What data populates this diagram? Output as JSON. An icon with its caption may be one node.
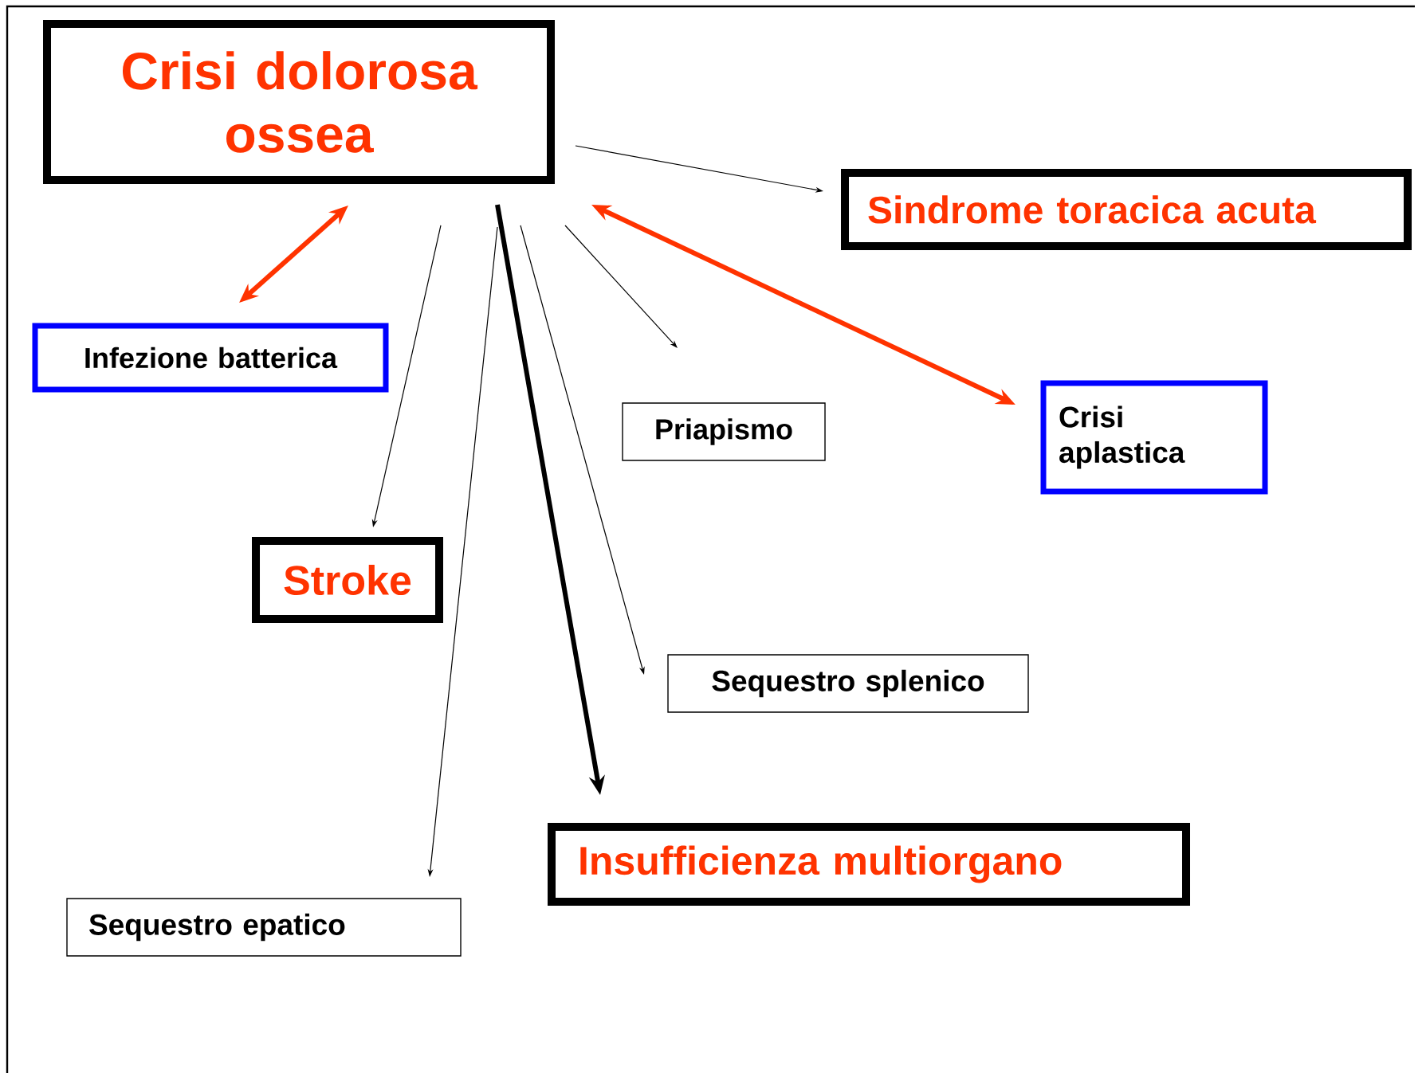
{
  "diagram": {
    "nodes": [
      {
        "text": [
          "Crisi dolorosa ossea"
        ]
      },
      {
        "text": [
          "Sindrome toracica acuta"
        ]
      },
      {
        "text": [
          "Infezione batterica"
        ]
      },
      {
        "text": [
          "Priapismo"
        ]
      },
      {
        "text": [
          "Crisi aplastica"
        ]
      },
      {
        "text": [
          "Stroke"
        ]
      },
      {
        "text": [
          "Sequestro splenico"
        ]
      },
      {
        "text": [
          "Insufficienza multiorgano"
        ]
      },
      {
        "text": [
          "Sequestro epatico"
        ]
      }
    ],
    "edges": [
      {
        "from": 0,
        "to": 1,
        "arrow": "to"
      },
      {
        "from": 0,
        "to": 2,
        "arrow": "both",
        "style": "thick",
        "color": "#ff3300"
      },
      {
        "from": 0,
        "to": 5,
        "arrow": "to"
      },
      {
        "from": 0,
        "to": 8,
        "arrow": "to"
      },
      {
        "from": 0,
        "to": 7,
        "arrow": "to",
        "style": "thick"
      },
      {
        "from": 0,
        "to": 6,
        "arrow": "to"
      },
      {
        "from": 0,
        "to": 3,
        "arrow": "to"
      },
      {
        "from": 0,
        "to": 4,
        "arrow": "both",
        "style": "thick",
        "color": "#ff3300"
      }
    ]
  }
}
